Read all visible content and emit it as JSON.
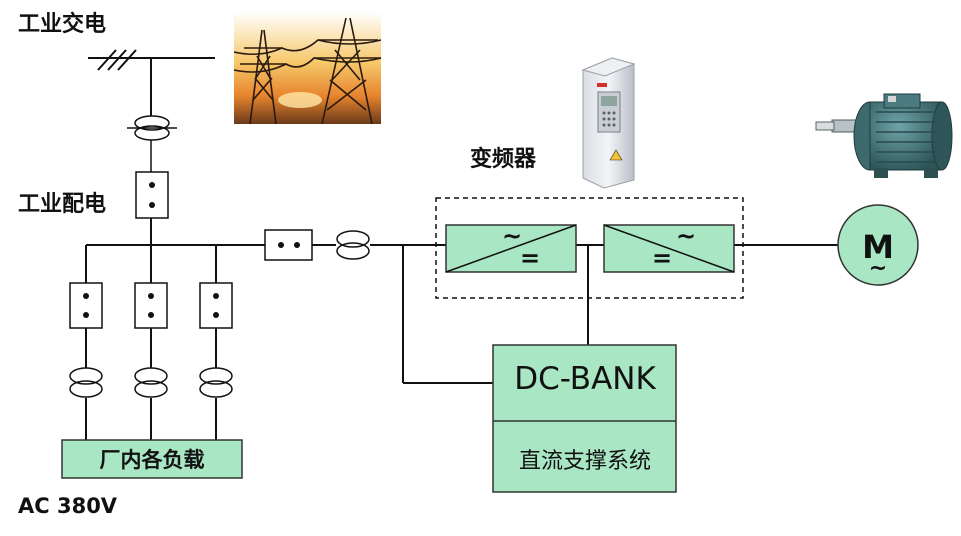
{
  "labels": {
    "industrial_ac": "工业交电",
    "industrial_dist": "工业配电",
    "vfd": "变频器",
    "plant_loads": "厂内各负载",
    "voltage": "AC 380V"
  },
  "dc_bank": {
    "title": "DC-BANK",
    "subtitle": "直流支撑系统"
  },
  "motor": {
    "letter": "M",
    "tilde": "~"
  },
  "converters": {
    "rectifier": {
      "top": "~",
      "bottom": "="
    },
    "inverter": {
      "top": "~",
      "bottom": "="
    }
  },
  "colors": {
    "box_fill": "#a8e6c4",
    "box_stroke": "#333333",
    "line": "#111111",
    "motor_fill": "#a8e6c4"
  }
}
